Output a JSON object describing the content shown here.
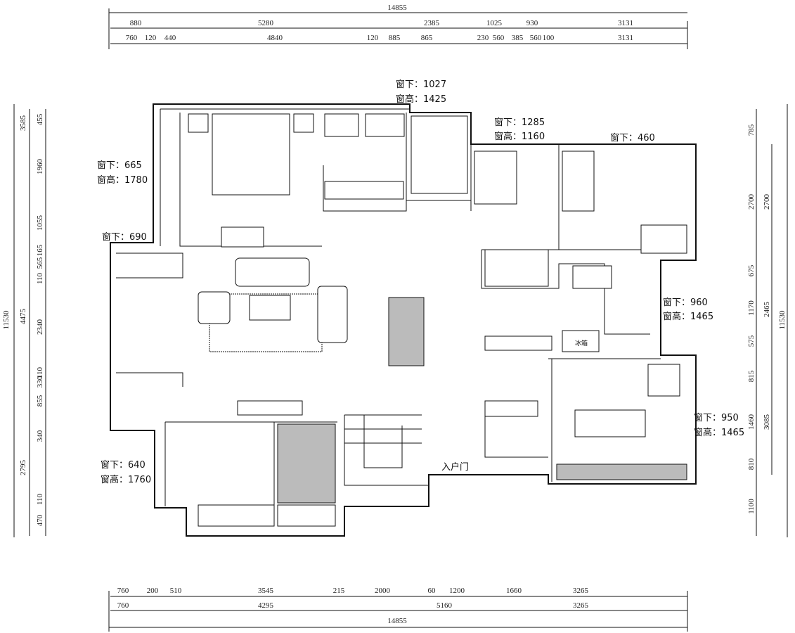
{
  "top_dims": {
    "total": "14855",
    "row1": [
      "880",
      "5280",
      "2385",
      "1025",
      "930",
      "3131"
    ],
    "row2": [
      "760",
      "120",
      "440",
      "4840",
      "120",
      "885",
      "865",
      "230",
      "560",
      "385",
      "560",
      "100",
      "3131"
    ]
  },
  "bottom_dims": {
    "total": "14855",
    "row1": [
      "760",
      "200",
      "510",
      "3545",
      "215",
      "2000",
      "60",
      "1200",
      "1660",
      "3265"
    ],
    "row2": [
      "760",
      "4295",
      "5160",
      "3265"
    ]
  },
  "left_dims": {
    "total": "11530",
    "mid": [
      "3585",
      "4475",
      "2795"
    ],
    "inner": [
      "455",
      "1960",
      "1055",
      "165",
      "565",
      "110",
      "2340",
      "330",
      "110",
      "855",
      "340",
      "110",
      "470"
    ]
  },
  "right_dims": {
    "total": "11530",
    "mid": [
      "2700",
      "2465",
      "3085"
    ],
    "inner": [
      "785",
      "2700",
      "675",
      "1170",
      "575",
      "815",
      "1460",
      "810",
      "1100"
    ]
  },
  "notes": {
    "w1_sill": "窗下：1027",
    "w1_height": "窗高：1425",
    "w2_sill": "窗下：1285",
    "w2_height": "窗高：1160",
    "w3_sill": "窗下：460",
    "w4_sill": "窗下：665",
    "w4_height": "窗高：1780",
    "w5_sill": "窗下：690",
    "w6_sill": "窗下：960",
    "w6_height": "窗高：1465",
    "w7_sill": "窗下：950",
    "w7_height": "窗高：1465",
    "w8_sill": "窗下：640",
    "w8_height": "窗高：1760",
    "entrance": "入户门",
    "fridge": "冰箱"
  }
}
